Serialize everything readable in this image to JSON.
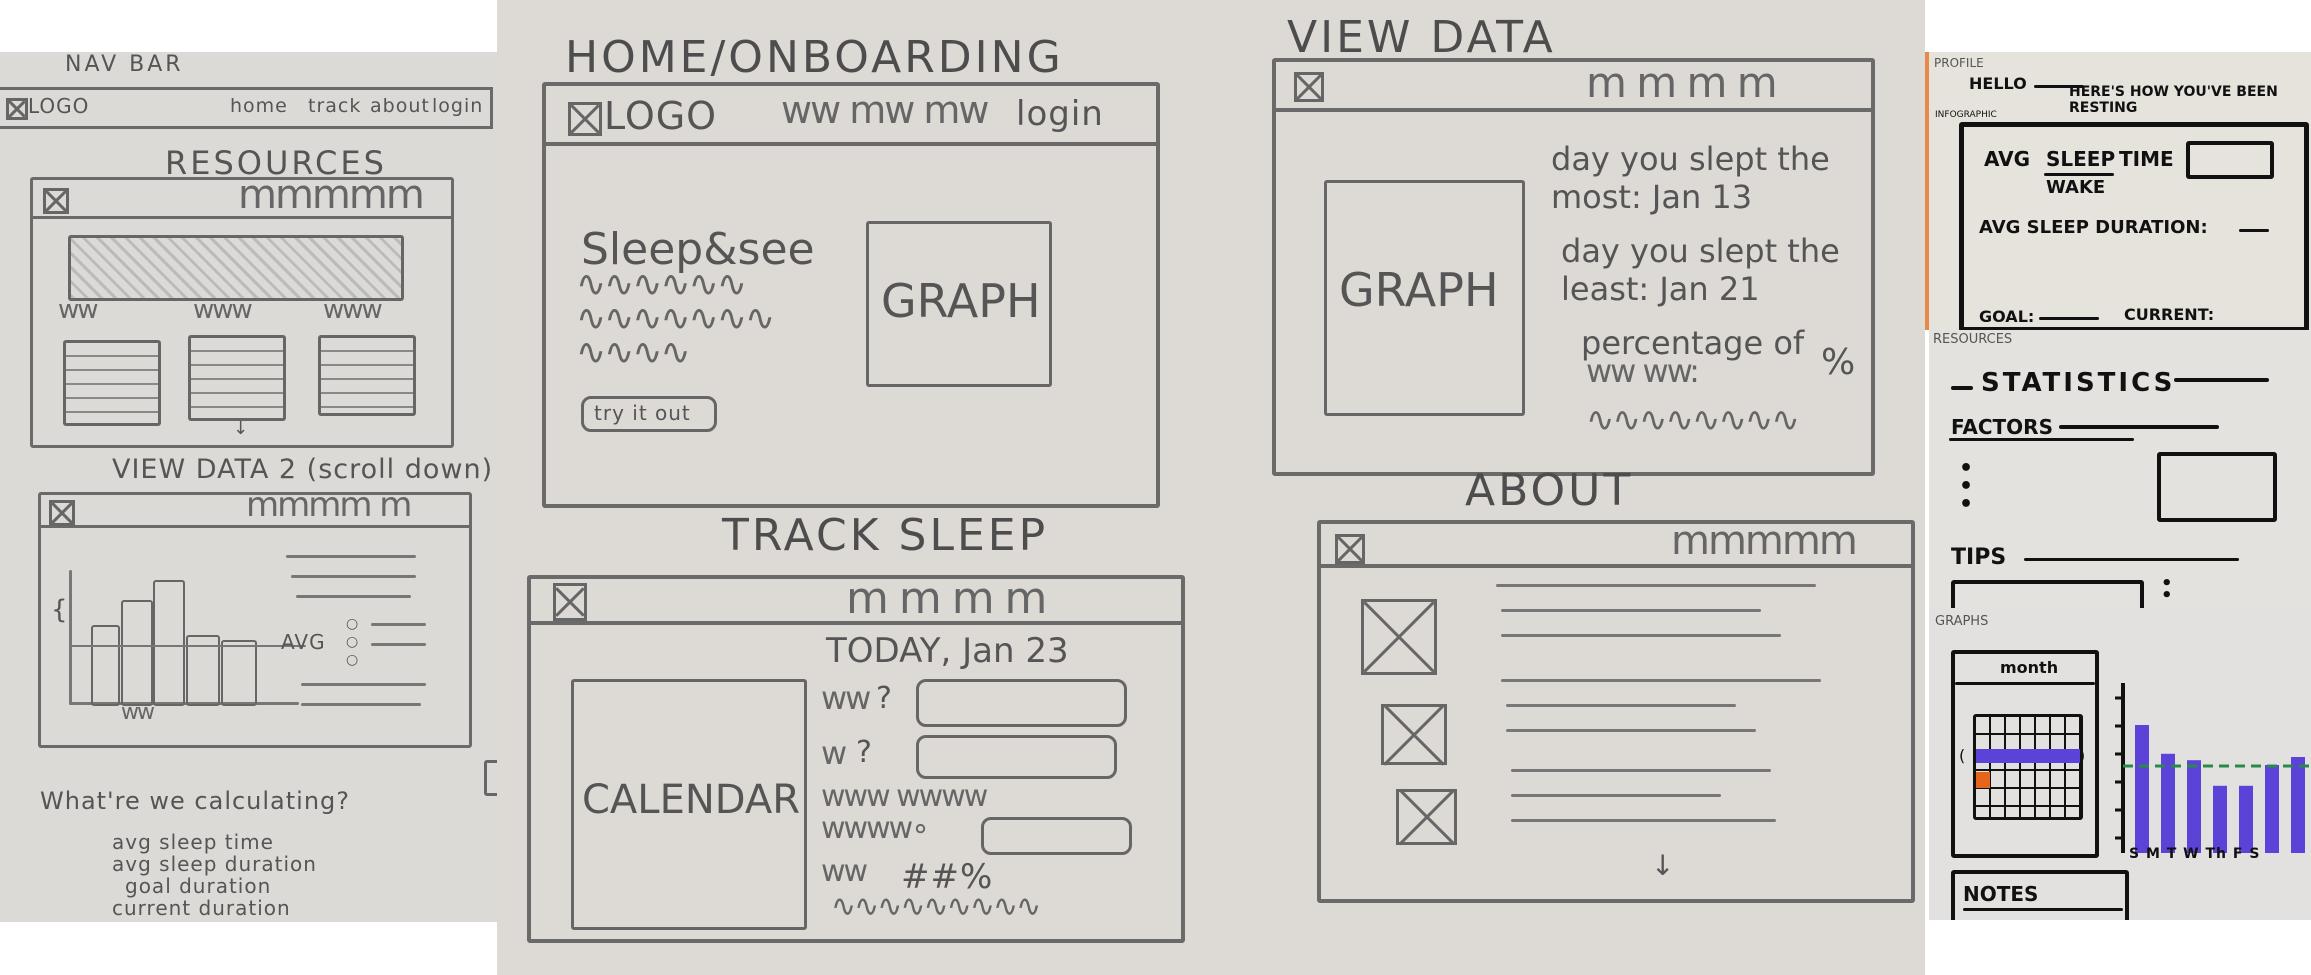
{
  "navbar": {
    "title": "NAV BAR",
    "logo": "LOGO",
    "links": [
      "home",
      "track",
      "about",
      "login"
    ]
  },
  "resources_panel": {
    "title": "RESOURCES"
  },
  "view_data_2": {
    "title": "VIEW DATA 2 (scroll down)",
    "avg_label": "AVG",
    "y_label": "{"
  },
  "calc_notes": {
    "heading": "What're we calculating?",
    "items": [
      "avg sleep time",
      "avg sleep duration",
      "goal duration",
      "current duration"
    ]
  },
  "home": {
    "title": "HOME/ONBOARDING",
    "logo": "LOGO",
    "login": "login",
    "headline": "Sleep&see",
    "graph": "GRAPH",
    "cta": "try it out"
  },
  "view_data": {
    "title": "VIEW DATA",
    "graph": "GRAPH",
    "most": "day you slept the most: Jan 13",
    "least": "day you slept the least: Jan 21",
    "percentage": "percentage of",
    "percent_sign": "%"
  },
  "track": {
    "title": "TRACK SLEEP",
    "calendar": "CALENDAR",
    "date": "TODAY, Jan 23",
    "q1": "?",
    "q2": "?",
    "percent": "##%"
  },
  "about": {
    "title": "ABOUT"
  },
  "profile": {
    "label": "PROFILE",
    "hello": "HELLO",
    "infographic": "INFOGRAPHIC",
    "resting": "HERE'S HOW YOU'VE BEEN RESTING",
    "avg_sleep": "AVG",
    "sleep": "SLEEP",
    "time": "TIME",
    "wake": "WAKE",
    "duration": "AVG SLEEP DURATION:",
    "goal": "GOAL:",
    "current": "CURRENT:"
  },
  "resources2": {
    "label": "RESOURCES",
    "statistics": "STATISTICS",
    "factors": "FACTORS",
    "tips": "TIPS"
  },
  "graphs": {
    "label": "GRAPHS",
    "month": "month",
    "days": "S M T W Th F S",
    "notes": "NOTES",
    "bars_relative": [
      0.8,
      0.62,
      0.58,
      0.42,
      0.42,
      0.55,
      0.6
    ]
  }
}
